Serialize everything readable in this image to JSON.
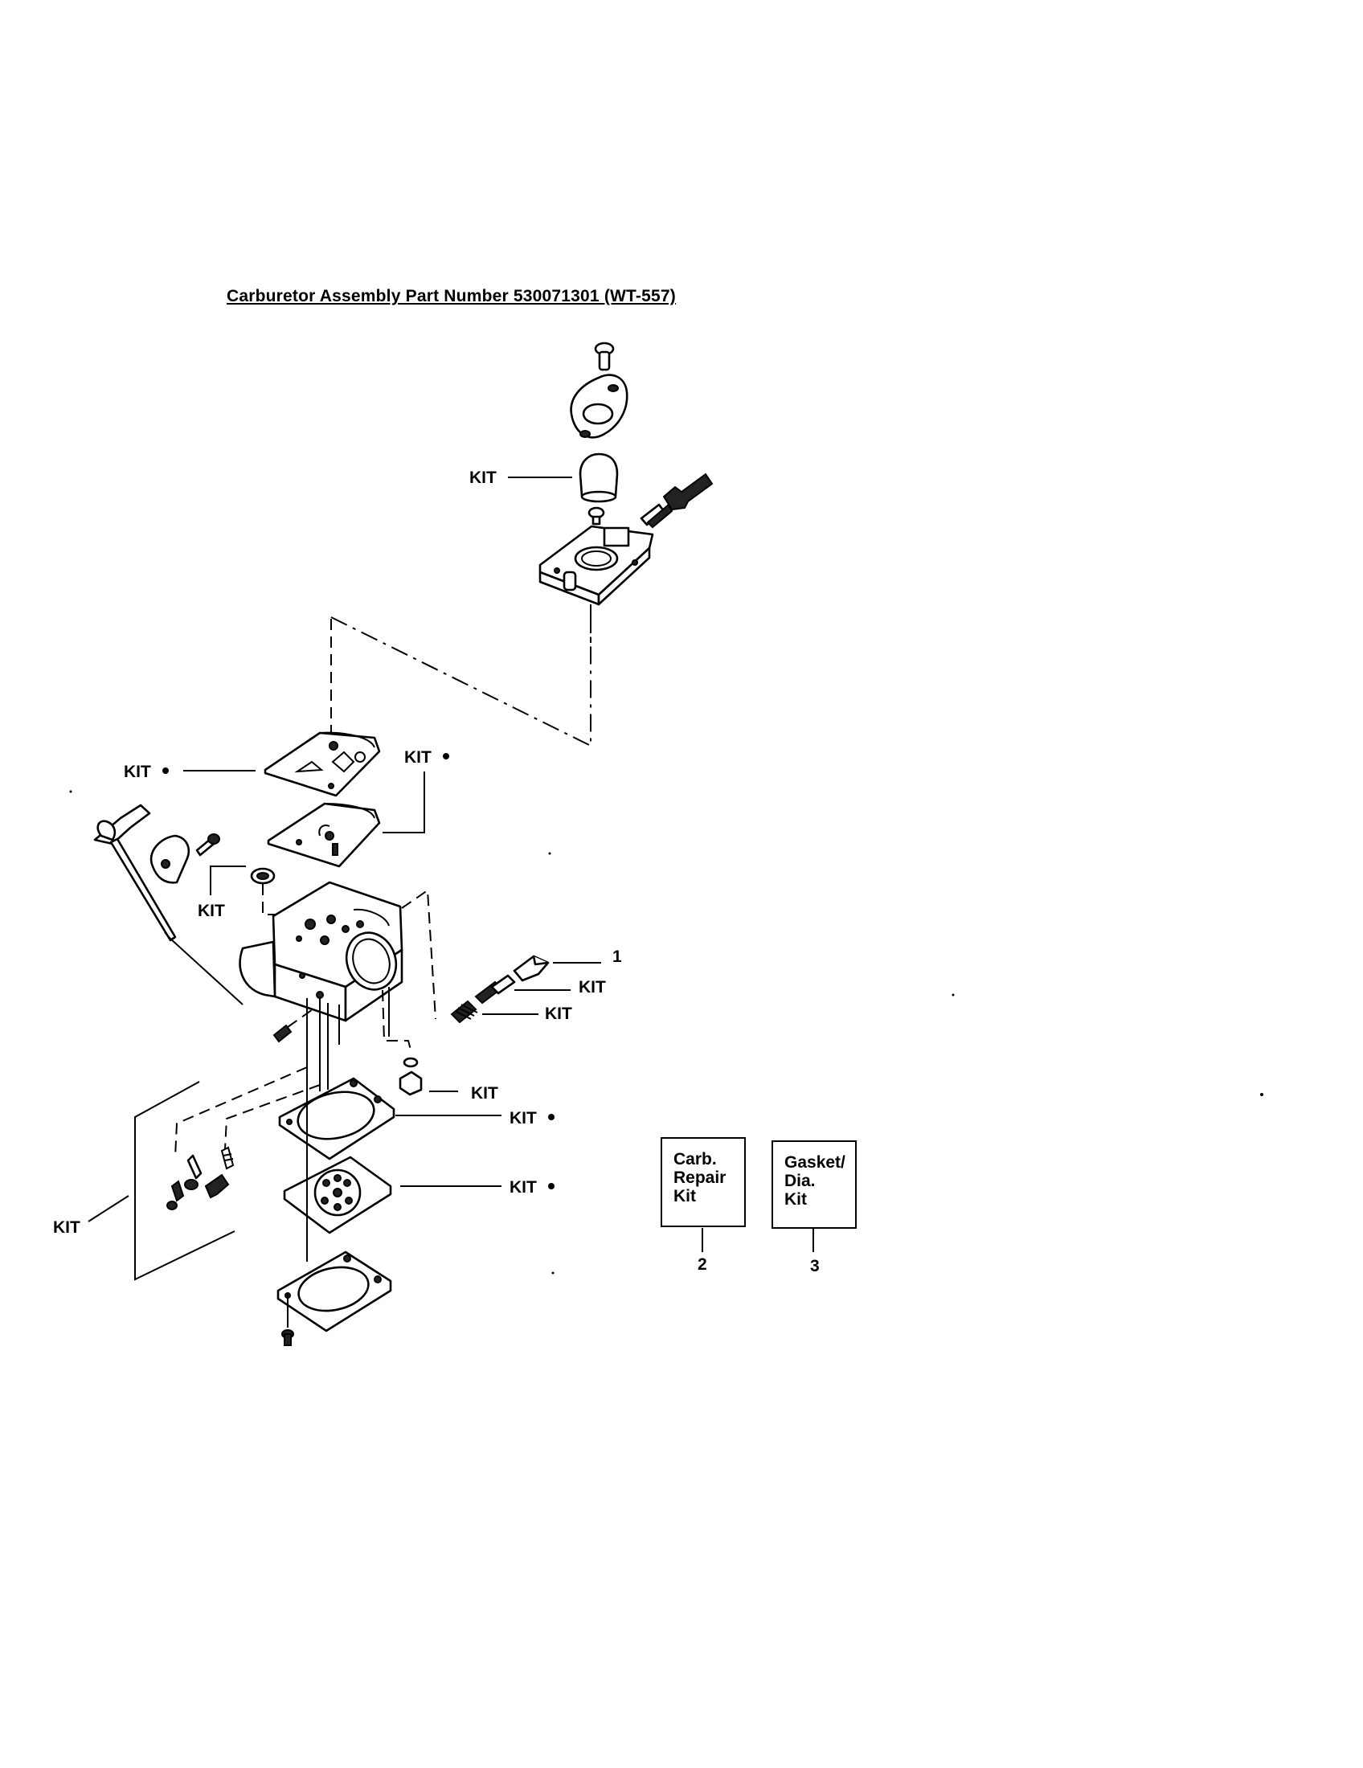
{
  "title": "Carburetor Assembly Part Number 530071301  (WT-557)",
  "callouts": {
    "kit_top": "KIT",
    "kit_gasket_upper": "KIT",
    "kit_diaphragm_upper": "KIT",
    "kit_left_valve": "KIT",
    "kit_needle_1": "1",
    "kit_needle_spring": "KIT",
    "kit_needle_lower": "KIT",
    "kit_filter": "KIT",
    "kit_gasket_lower": "KIT",
    "kit_diaphragm_lower": "KIT",
    "kit_left_bottom": "KIT"
  },
  "kit_boxes": [
    {
      "label": "Carb.\nRepair\nKit",
      "number": "2"
    },
    {
      "label": "Gasket/\nDia.\nKit",
      "number": "3"
    }
  ]
}
